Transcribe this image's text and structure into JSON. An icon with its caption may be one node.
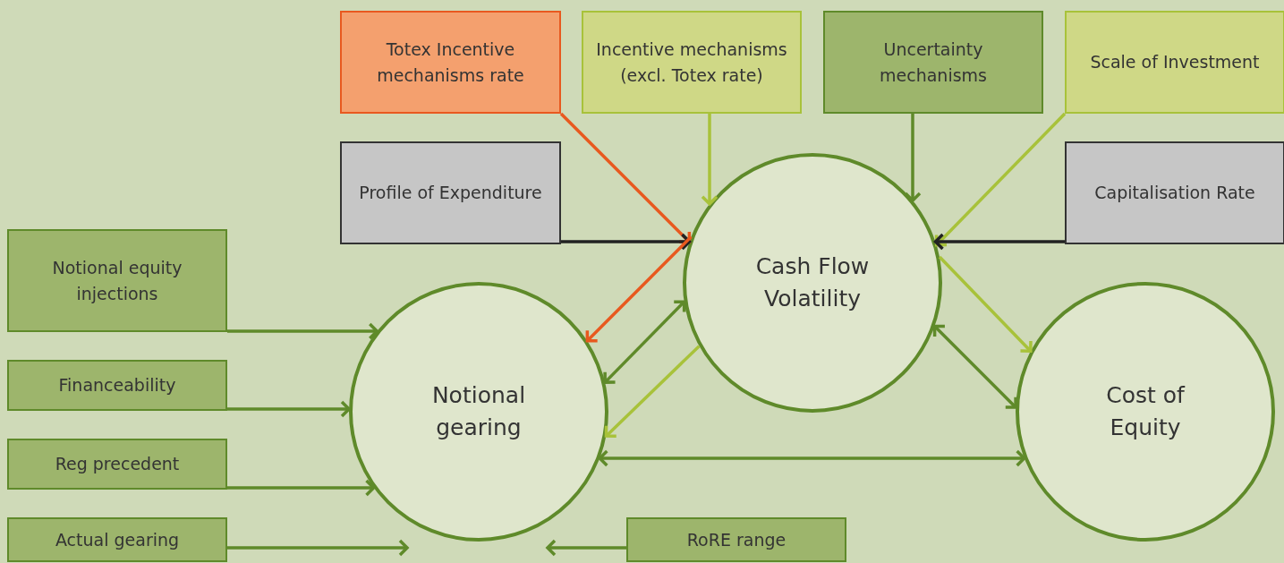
{
  "diagram": {
    "nodes": [
      {
        "text": [
          "Totex Incentive mechanisms rate"
        ]
      },
      {
        "text": [
          "Incentive mechanisms (excl. Totex rate)"
        ]
      },
      {
        "text": [
          "Uncertainty mechanisms"
        ]
      },
      {
        "text": [
          "Scale of Investment"
        ]
      },
      {
        "text": [
          "Profile of Expenditure"
        ]
      },
      {
        "text": [
          "Capitalisation Rate"
        ]
      },
      {
        "text": [
          "Notional equity injections"
        ]
      },
      {
        "text": [
          "Financeability"
        ]
      },
      {
        "text": [
          "Reg precedent"
        ]
      },
      {
        "text": [
          "Actual gearing"
        ]
      },
      {
        "text": [
          "Cash Flow Volatility"
        ]
      },
      {
        "text": [
          "Notional gearing"
        ]
      },
      {
        "text": [
          "Cost of Equity"
        ]
      },
      {
        "text": [
          "RoRE range"
        ]
      }
    ],
    "edges": [
      {
        "from": 0,
        "to": 10,
        "arrow": "to",
        "color": "#e8591f"
      },
      {
        "from": 1,
        "to": 10,
        "arrow": "to",
        "color": "#a8c23a"
      },
      {
        "from": 2,
        "to": 10,
        "arrow": "to"
      },
      {
        "from": 3,
        "to": 10,
        "arrow": "to",
        "color": "#a8c23a"
      },
      {
        "from": 4,
        "to": 10,
        "arrow": "to",
        "color": "#222222"
      },
      {
        "from": 5,
        "to": 10,
        "arrow": "to",
        "color": "#222222"
      },
      {
        "from": 10,
        "to": 11,
        "arrow": "to",
        "color": "#e8591f"
      },
      {
        "from": 10,
        "to": 11,
        "arrow": "both"
      },
      {
        "from": 10,
        "to": 11,
        "arrow": "to",
        "color": "#a8c23a"
      },
      {
        "from": 10,
        "to": 12,
        "arrow": "to",
        "color": "#a8c23a"
      },
      {
        "from": 10,
        "to": 12,
        "arrow": "both"
      },
      {
        "from": 11,
        "to": 12,
        "arrow": "both"
      },
      {
        "from": 6,
        "to": 11,
        "arrow": "to"
      },
      {
        "from": 7,
        "to": 11,
        "arrow": "to"
      },
      {
        "from": 8,
        "to": 11,
        "arrow": "to"
      },
      {
        "from": 9,
        "to": 11,
        "arrow": "to"
      },
      {
        "from": 13,
        "to": 11,
        "arrow": "to"
      }
    ]
  }
}
